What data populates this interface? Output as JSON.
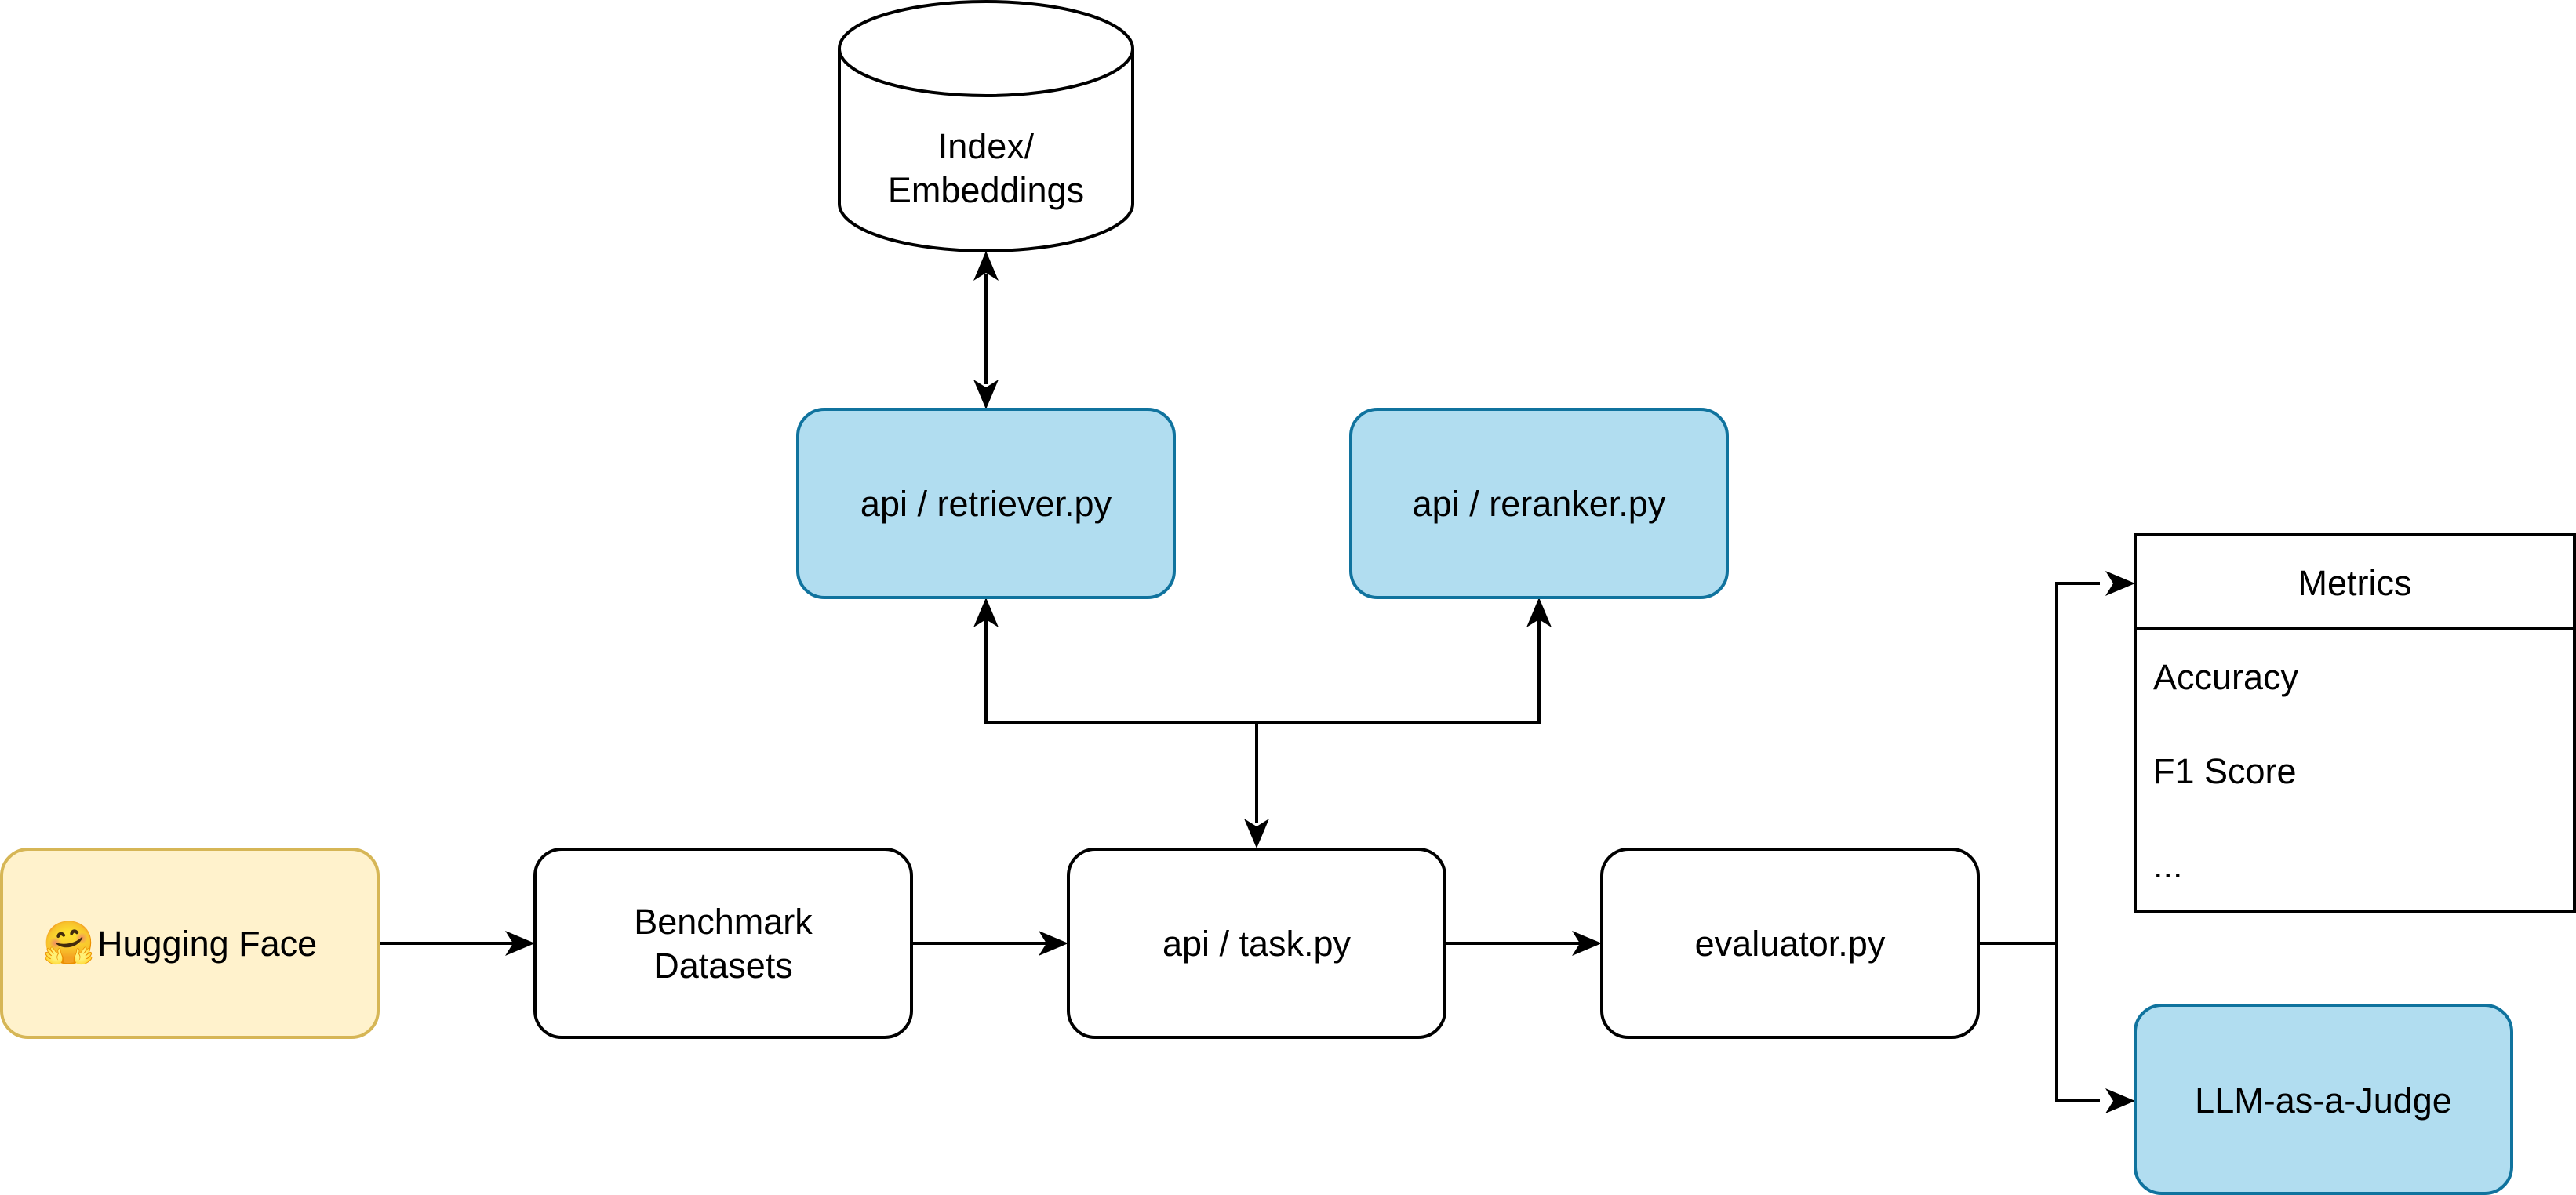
{
  "nodes": {
    "index": {
      "line1": "Index/",
      "line2": "Embeddings"
    },
    "retriever": {
      "label": "api / retriever.py"
    },
    "reranker": {
      "label": "api / reranker.py"
    },
    "hugging_face": {
      "icon": "hugging-face-emoji",
      "emoji": "🤗",
      "label": "Hugging Face"
    },
    "benchmark": {
      "line1": "Benchmark",
      "line2": "Datasets"
    },
    "task": {
      "label": "api / task.py"
    },
    "evaluator": {
      "label": "evaluator.py"
    },
    "llm_judge": {
      "label": "LLM-as-a-Judge"
    },
    "metrics": {
      "title": "Metrics",
      "items": [
        "Accuracy",
        "F1 Score",
        "..."
      ]
    }
  },
  "colors": {
    "blue_fill": "#b1ddf0",
    "blue_stroke": "#10739e",
    "yellow_fill": "#fff2cc",
    "yellow_stroke": "#d6b656",
    "line": "#000000"
  }
}
